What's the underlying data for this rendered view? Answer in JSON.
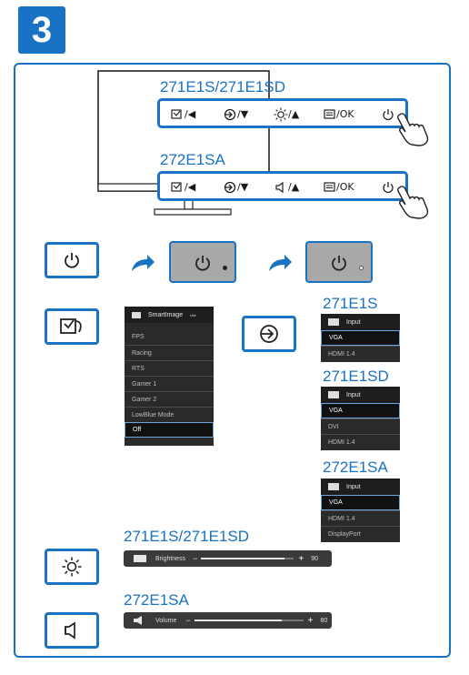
{
  "step": "3",
  "models": {
    "sd_pair": "271E1S/271E1SD",
    "sa": "272E1SA"
  },
  "keybar_top": [
    {
      "icon": "smartimage-icon",
      "label": "/◀"
    },
    {
      "icon": "input-icon",
      "label": "/▼"
    },
    {
      "icon": "brightness-icon",
      "label": "/▲"
    },
    {
      "icon": "menu-icon",
      "label": "/OK"
    },
    {
      "icon": "power-icon",
      "label": ""
    }
  ],
  "keybar_bottom": [
    {
      "icon": "smartimage-icon",
      "label": "/◀"
    },
    {
      "icon": "input-icon",
      "label": "/▼"
    },
    {
      "icon": "volume-icon",
      "label": "/▲"
    },
    {
      "icon": "menu-icon",
      "label": "/OK"
    },
    {
      "icon": "power-icon",
      "label": ""
    }
  ],
  "smartimage_menu": {
    "title": "SmartImage",
    "title_sup": "Lite",
    "items": [
      "FPS",
      "Racing",
      "RTS",
      "Gamer 1",
      "Gamer 2",
      "LowBlue Mode",
      "Off"
    ],
    "selected": "Off"
  },
  "input_menus": [
    {
      "model": "271E1S",
      "title": "Input",
      "items": [
        "VGA",
        "HDMI 1.4"
      ],
      "selected": "VGA"
    },
    {
      "model": "271E1SD",
      "title": "Input",
      "items": [
        "VGA",
        "DVI",
        "HDMI 1.4"
      ],
      "selected": "VGA"
    },
    {
      "model": "272E1SA",
      "title": "Input",
      "items": [
        "VGA",
        "HDMI 1.4",
        "DisplayPort"
      ],
      "selected": "VGA"
    }
  ],
  "brightness": {
    "model": "271E1S/271E1SD",
    "label": "Brightness",
    "minus": "−",
    "plus": "+",
    "value": "90",
    "level": 0.9
  },
  "volume": {
    "model": "272E1SA",
    "label": "Volume",
    "minus": "−",
    "plus": "+",
    "value": "80",
    "level": 0.8
  },
  "colors": {
    "accent": "#1a72c4",
    "osd_bg": "#2a2a2a",
    "button_grey": "#a8a8a8"
  }
}
